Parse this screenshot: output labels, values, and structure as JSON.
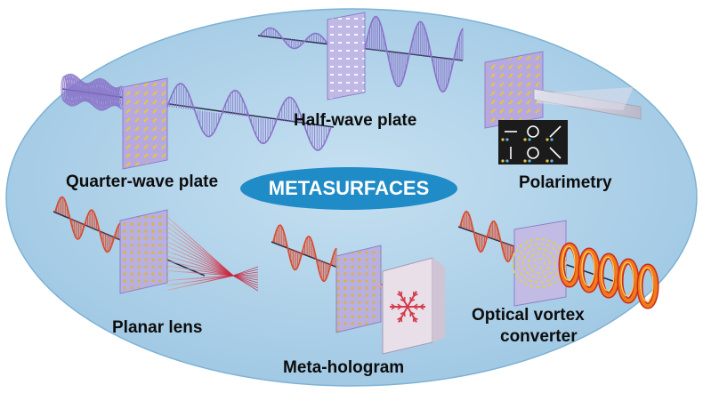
{
  "center_title": "METASURFACES",
  "labels": {
    "quarter_wave": "Quarter-wave plate",
    "half_wave": "Half-wave plate",
    "polarimetry": "Polarimetry",
    "planar_lens": "Planar lens",
    "meta_hologram": "Meta-hologram",
    "vortex_line1": "Optical vortex",
    "vortex_line2": "converter"
  },
  "colors": {
    "ellipse_fill": "#a9cfe7",
    "pill_fill": "#1e8ac6",
    "wave_purple": "#8a73c9",
    "wave_red": "#d94b2e",
    "metasurface_panel": "#b9b2e0",
    "nano_gold": "#e2c43a",
    "vortex_orange": "#f07a1c"
  }
}
